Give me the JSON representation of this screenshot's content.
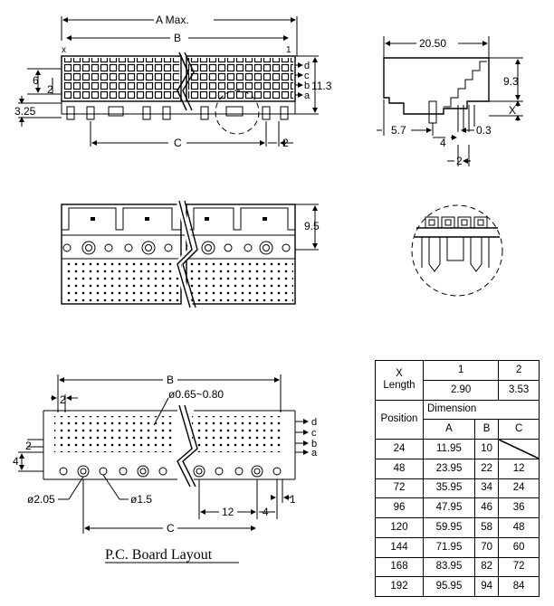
{
  "front_view": {
    "a_max": "A  Max.",
    "b": "B",
    "c": "C",
    "d6": "6",
    "d2": "2",
    "d325": "3.25",
    "d113": "11.3",
    "d2b": "2",
    "x": "x",
    "one": "1",
    "rows": [
      "d",
      "c",
      "b",
      "a"
    ]
  },
  "side_view": {
    "w": "20.50",
    "h": "9.3",
    "x": "X",
    "d57": "5.7",
    "d4": "4",
    "d03": "0.3",
    "d2": "2"
  },
  "top_view": {
    "h": "9.5"
  },
  "pcb": {
    "b": "B",
    "d2": "2",
    "hole": "ø0.65~0.80",
    "d2b": "2",
    "d4": "4",
    "d205": "ø2.05",
    "d15": "ø1.5",
    "d12": "12",
    "d4b": "4",
    "d1": "1",
    "c": "C",
    "rows": [
      "d",
      "c",
      "b",
      "a"
    ],
    "caption": "P.C. Board Layout"
  },
  "table": {
    "x_length": "X\nLength",
    "col1": "1",
    "col2": "2",
    "val1": "2.90",
    "val2": "3.53",
    "position": "Position",
    "dimension": "Dimension",
    "a": "A",
    "b": "B",
    "c": "C",
    "rows": [
      {
        "pos": "24",
        "a": "11.95",
        "b": "10",
        "c": ""
      },
      {
        "pos": "48",
        "a": "23.95",
        "b": "22",
        "c": "12"
      },
      {
        "pos": "72",
        "a": "35.95",
        "b": "34",
        "c": "24"
      },
      {
        "pos": "96",
        "a": "47.95",
        "b": "46",
        "c": "36"
      },
      {
        "pos": "120",
        "a": "59.95",
        "b": "58",
        "c": "48"
      },
      {
        "pos": "144",
        "a": "71.95",
        "b": "70",
        "c": "60"
      },
      {
        "pos": "168",
        "a": "83.95",
        "b": "82",
        "c": "72"
      },
      {
        "pos": "192",
        "a": "95.95",
        "b": "94",
        "c": "84"
      }
    ]
  }
}
